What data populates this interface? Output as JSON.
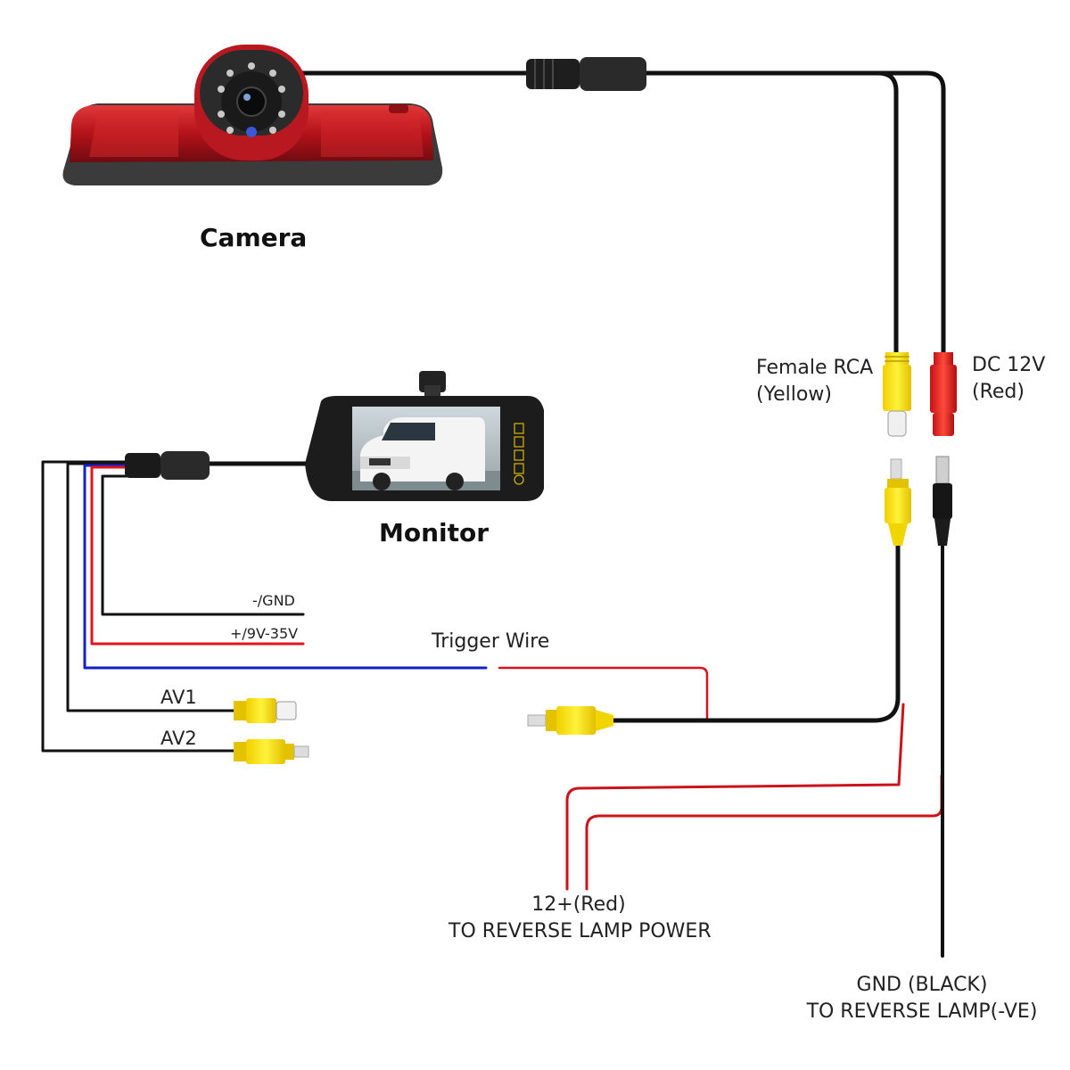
{
  "labels": {
    "camera": "Camera",
    "monitor": "Monitor",
    "female_rca_line1": "Female RCA",
    "female_rca_line2": "(Yellow)",
    "dc12v_line1": "DC 12V",
    "dc12v_line2": "(Red)",
    "gnd": "-/GND",
    "power": "+/9V-35V",
    "trigger_wire": "Trigger Wire",
    "av1": "AV1",
    "av2": "AV2",
    "red12_line1": "12+(Red)",
    "red12_line2": "TO REVERSE LAMP POWER",
    "gnd_black_line1": "GND (BLACK)",
    "gnd_black_line2": "TO REVERSE LAMP(-VE)"
  },
  "wire_colors": {
    "black": "#111111",
    "red": "#e0141b",
    "blue": "#1320c8",
    "rca_yellow": "#f4e20a",
    "lamp_red": "#c0141a"
  }
}
